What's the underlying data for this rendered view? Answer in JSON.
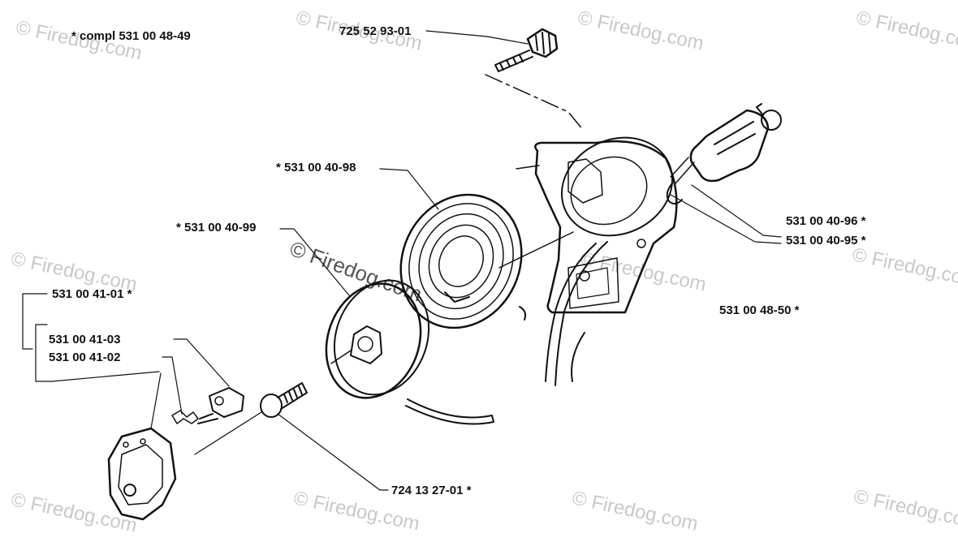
{
  "assembly": {
    "note": "*  compl 531 00 48-49"
  },
  "labels": {
    "bolt": "725 52 93-01",
    "spring": "*  531 00 40-98",
    "pulley": "*  531 00 40-99",
    "handle": "531 00 40-96  *",
    "handle_cord": "531 00 40-95  *",
    "housing": "531 00 48-50  *",
    "pawl_group": "531 00 41-01  *",
    "pawl": "531 00 41-03",
    "pawl_spring": "531 00 41-02",
    "screw": "724 13 27-01  *"
  },
  "watermark": {
    "text": "Firedog.com",
    "center_text": "© Firedog.com"
  },
  "colors": {
    "ink": "#111111",
    "watermark": "#c8c8c8"
  }
}
